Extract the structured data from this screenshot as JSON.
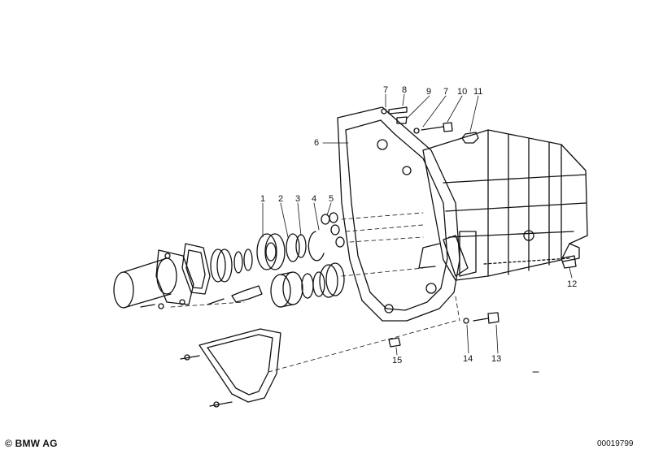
{
  "diagram": {
    "callouts": {
      "c1": "1",
      "c2": "2",
      "c3": "3",
      "c4": "4",
      "c5": "5",
      "c6": "6",
      "c7a": "7",
      "c7b": "7",
      "c8": "8",
      "c9": "9",
      "c10": "10",
      "c11": "11",
      "c12": "12",
      "c13": "13",
      "c14": "14",
      "c15": "15"
    }
  },
  "footer": {
    "copyright": "© BMW AG",
    "drawing_number": "00019799"
  }
}
